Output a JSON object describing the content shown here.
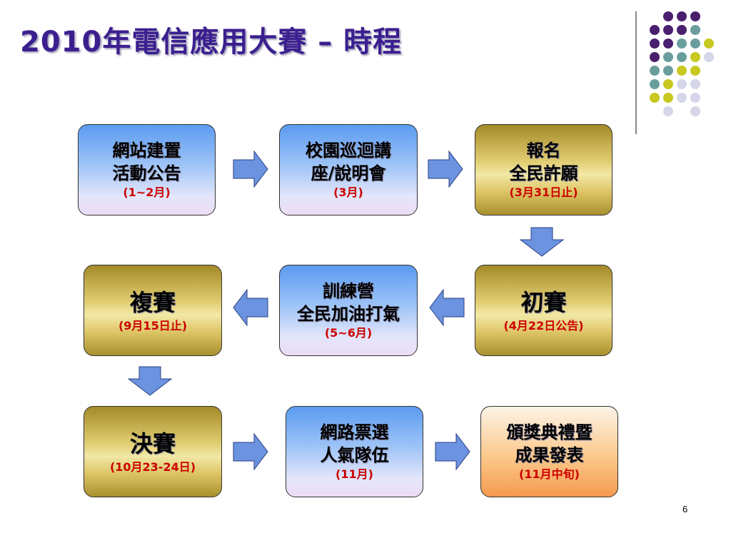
{
  "title": "2010年電信應用大賽 – 時程",
  "page_number": "6",
  "colors": {
    "title": "#3b1f8f",
    "note_text": "#cc0000",
    "arrow_fill": "#6b93e0",
    "dot_purple": "#4a1f6e",
    "dot_teal": "#6a9e9e",
    "dot_olive": "#c8c820",
    "dot_lavender": "#d6d6ea"
  },
  "steps": [
    {
      "lines": [
        "網站建置",
        "活動公告"
      ],
      "note": "(1~2月)",
      "style": "blue"
    },
    {
      "lines": [
        "校園巡迴講",
        "座/說明會"
      ],
      "note": "(3月)",
      "style": "blue"
    },
    {
      "lines": [
        "報名",
        "全民許願"
      ],
      "note": "(3月31日止)",
      "style": "gold"
    },
    {
      "lines": [
        "初賽"
      ],
      "note": "(4月22日公告)",
      "style": "gold"
    },
    {
      "lines": [
        "訓練營",
        "全民加油打氣"
      ],
      "note": "(5~6月)",
      "style": "blue"
    },
    {
      "lines": [
        "複賽"
      ],
      "note": "(9月15日止)",
      "style": "gold"
    },
    {
      "lines": [
        "決賽"
      ],
      "note": "(10月23-24日)",
      "style": "gold"
    },
    {
      "lines": [
        "網路票選",
        "人氣隊伍"
      ],
      "note": "(11月)",
      "style": "blue"
    },
    {
      "lines": [
        "頒獎典禮暨",
        "成果發表"
      ],
      "note": "(11月中旬)",
      "style": "orange"
    }
  ],
  "arrows": [
    {
      "from": "網站建置",
      "to": "校園巡迴講座",
      "direction": "right"
    },
    {
      "from": "校園巡迴講座",
      "to": "報名",
      "direction": "right"
    },
    {
      "from": "報名",
      "to": "初賽",
      "direction": "down"
    },
    {
      "from": "初賽",
      "to": "訓練營",
      "direction": "left"
    },
    {
      "from": "訓練營",
      "to": "複賽",
      "direction": "left"
    },
    {
      "from": "複賽",
      "to": "決賽",
      "direction": "down"
    },
    {
      "from": "決賽",
      "to": "網路票選",
      "direction": "right"
    },
    {
      "from": "網路票選",
      "to": "頒獎典禮",
      "direction": "right"
    }
  ]
}
